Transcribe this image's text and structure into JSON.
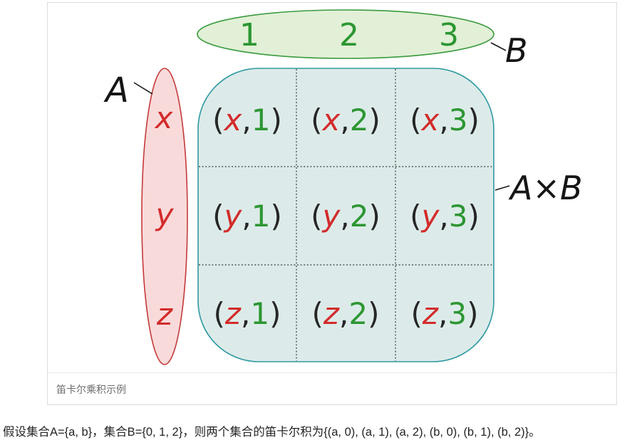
{
  "page": {
    "body_text": "假设集合A={a, b}，集合B={0, 1, 2}，则两个集合的笛卡尔积为{(a, 0), (a, 1), (a, 2), (b, 0), (b, 1), (b, 2)}。"
  },
  "figure": {
    "caption": "笛卡尔乘积示例",
    "set_a_label": "A",
    "set_b_label": "B",
    "product_label": "A×B",
    "set_a": [
      "x",
      "y",
      "z"
    ],
    "set_b": [
      "1",
      "2",
      "3"
    ],
    "punctuation": {
      "open": "(",
      "comma": ",",
      "close": ")"
    },
    "pairs": [
      {
        "a": "x",
        "b": "1"
      },
      {
        "a": "x",
        "b": "2"
      },
      {
        "a": "x",
        "b": "3"
      },
      {
        "a": "y",
        "b": "1"
      },
      {
        "a": "y",
        "b": "2"
      },
      {
        "a": "y",
        "b": "3"
      },
      {
        "a": "z",
        "b": "1"
      },
      {
        "a": "z",
        "b": "2"
      },
      {
        "a": "z",
        "b": "3"
      }
    ],
    "colors": {
      "set_a_text": "#d32b2b",
      "set_a_fill": "#f9dada",
      "set_a_stroke": "#c43a3a",
      "set_b_text": "#2c9632",
      "set_b_fill": "#e1f0d6",
      "set_b_stroke": "#3a9a3d",
      "product_fill": "#dcebe9",
      "product_stroke": "#2f99a2",
      "pair_text": "#262626"
    }
  }
}
